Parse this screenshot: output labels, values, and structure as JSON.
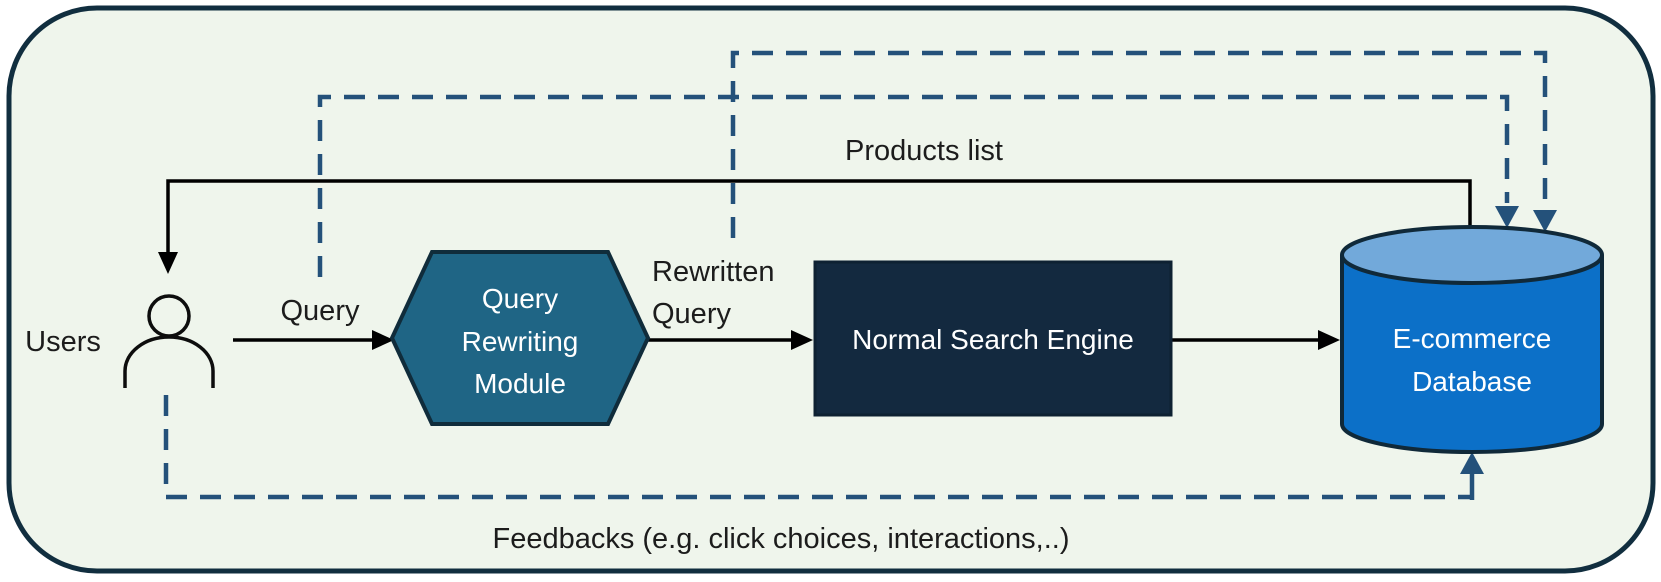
{
  "diagram": {
    "description": "E-commerce query rewriting system flow diagram"
  },
  "colors": {
    "page_background": "#ffffff",
    "canvas_fill": "#eff5ec",
    "canvas_border": "#112e3f",
    "hexagon_fill": "#1f6585",
    "engine_fill": "#13293f",
    "cylinder_body_fill": "#0c70c8",
    "cylinder_top_fill": "#72a9da",
    "shape_stroke": "#102939",
    "dashed_line": "#24517a",
    "solid_line": "#000000",
    "label_text": "#1c1c1c",
    "shape_text": "#ffffff"
  },
  "nodes": {
    "users": {
      "label": "Users"
    },
    "query_rewriting_module": {
      "line1": "Query",
      "line2": "Rewriting",
      "line3": "Module"
    },
    "normal_search_engine": {
      "label": "Normal Search Engine"
    },
    "ecommerce_database": {
      "line1": "E-commerce",
      "line2": "Database"
    }
  },
  "labels": {
    "query": "Query",
    "rewritten_line1": "Rewritten",
    "rewritten_line2": "Query",
    "products_list": "Products list",
    "feedbacks": "Feedbacks (e.g. click choices, interactions,..)"
  }
}
